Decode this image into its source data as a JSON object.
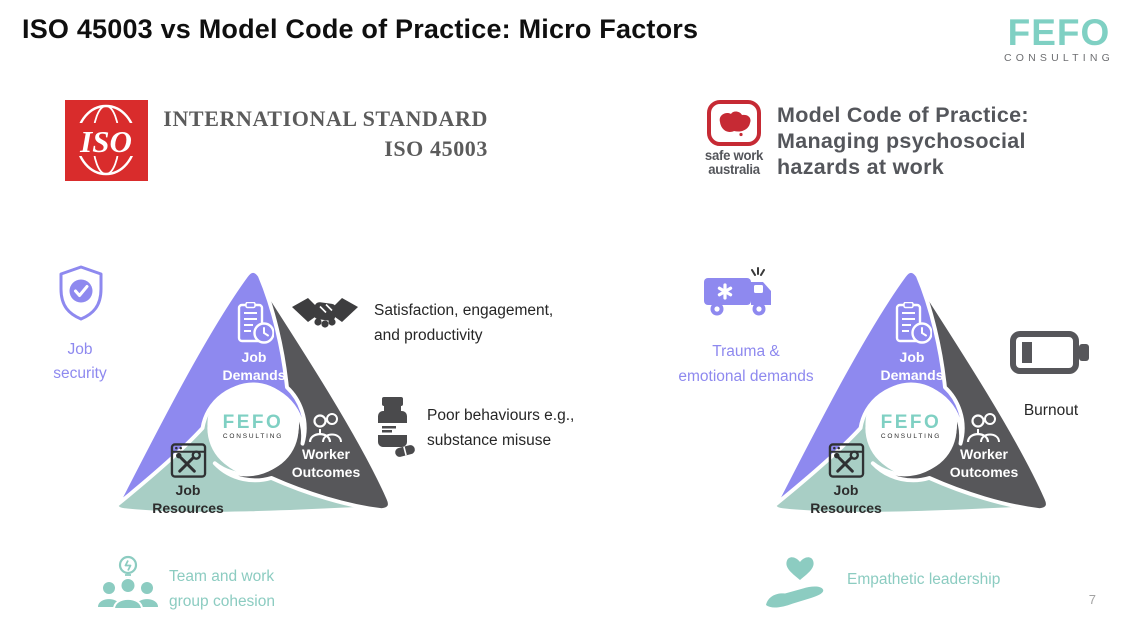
{
  "slide": {
    "title": "ISO 45003 vs Model Code of Practice: Micro Factors",
    "page_number": "7"
  },
  "brand_logo": {
    "name": "FEFO",
    "subtitle": "CONSULTING"
  },
  "colors": {
    "purple": "#8e89ef",
    "teal_blade": "#a8cec5",
    "teal_text": "#8cccc1",
    "dark_gray_blade": "#57575a",
    "brand_teal": "#7fd0c3",
    "iso_red": "#d92c2c",
    "safework_red": "#c62a34",
    "body_text": "#262626",
    "header_gray": "#54565b"
  },
  "left_panel": {
    "standard_header": {
      "logo_text": "ISO",
      "title": "INTERNATIONAL STANDARD\nISO 45003"
    },
    "callouts": {
      "job_security": "Job\nsecurity",
      "satisfaction": "Satisfaction, engagement,\nand productivity",
      "poor_behaviours": "Poor behaviours e.g.,\nsubstance misuse",
      "team_cohesion": "Team and work\ngroup cohesion"
    }
  },
  "right_panel": {
    "standard_header": {
      "logo_line1": "safe work\naustralia",
      "title": "Model Code of Practice:\nManaging psychosocial\nhazards at work"
    },
    "callouts": {
      "trauma": "Trauma &\nemotional demands",
      "burnout": "Burnout",
      "empathetic_leadership": "Empathetic leadership"
    }
  },
  "triangle": {
    "job_demands": "Job\nDemands",
    "job_resources": "Job\nResources",
    "worker_outcomes": "Worker\nOutcomes",
    "center_logo": "FEFO",
    "center_logo_sub": "CONSULTING"
  }
}
